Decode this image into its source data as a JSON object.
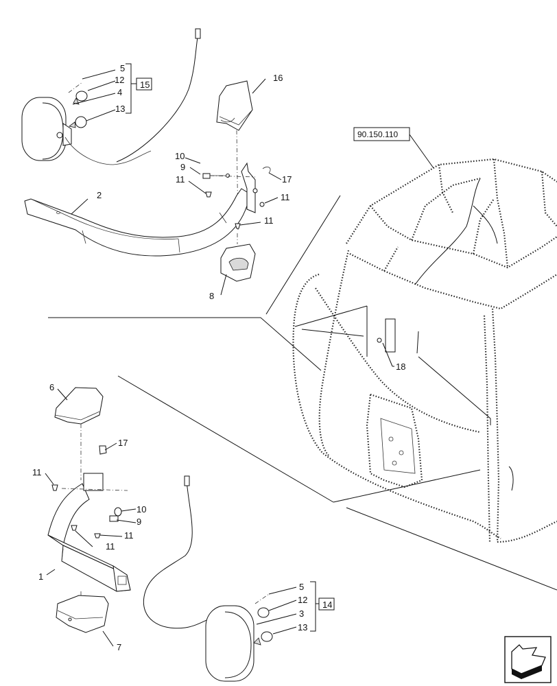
{
  "callouts": {
    "c1": "1",
    "c2": "2",
    "c3": "3",
    "c4": "4",
    "c5a": "5",
    "c5b": "5",
    "c6": "6",
    "c7": "7",
    "c8": "8",
    "c9a": "9",
    "c9b": "9",
    "c10a": "10",
    "c10b": "10",
    "c11a": "11",
    "c11b": "11",
    "c11c": "11",
    "c11d": "11",
    "c11e": "11",
    "c11f": "11",
    "c12a": "12",
    "c12b": "12",
    "c13a": "13",
    "c13b": "13",
    "c16": "16",
    "c17a": "17",
    "c17b": "17",
    "c18": "18"
  },
  "kits": {
    "upper_kit": "15",
    "lower_kit": "14"
  },
  "reference": {
    "cab_ref": "90.150.110"
  },
  "nav": {
    "icon": "next-page-arrow-icon"
  }
}
